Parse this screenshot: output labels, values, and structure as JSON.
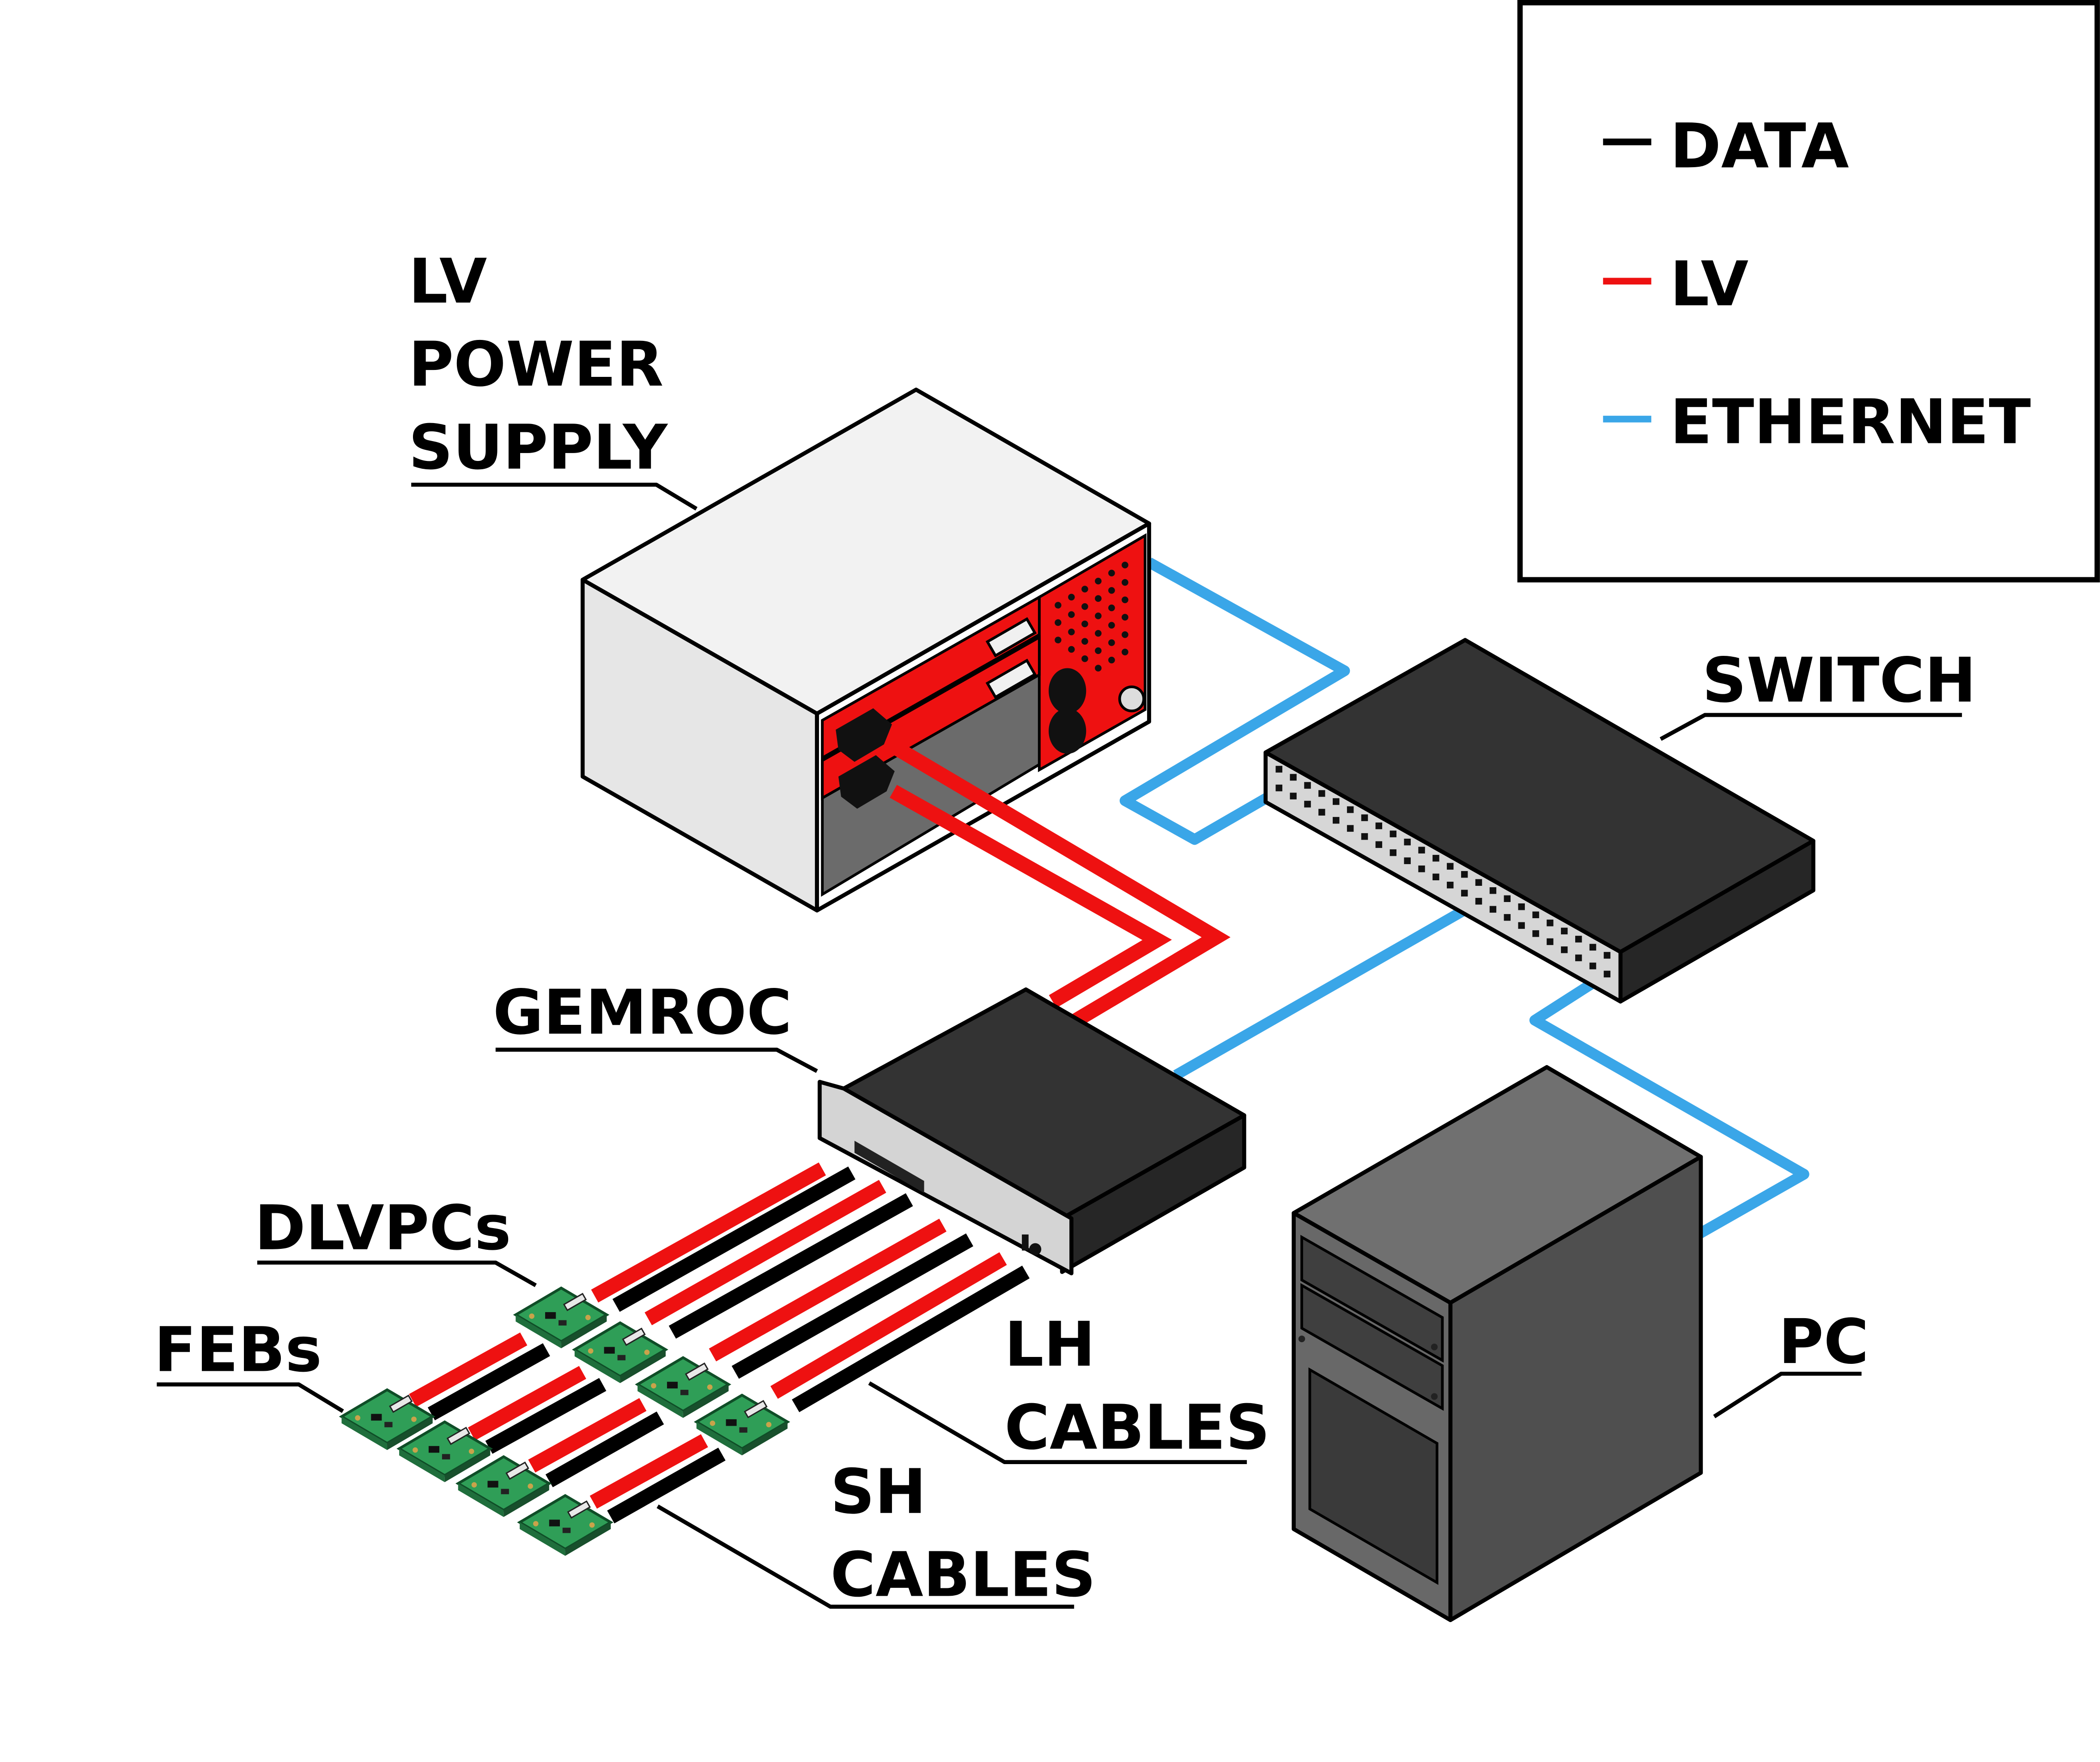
{
  "labels": {
    "lv_power_supply": [
      "LV",
      "POWER",
      "SUPPLY"
    ],
    "switch": "SWITCH",
    "gemroc": "GEMROC",
    "dlvpcs": "DLVPCs",
    "febs": "FEBs",
    "lh_cables": [
      "LH",
      "CABLES"
    ],
    "sh_cables": [
      "SH",
      "CABLES"
    ],
    "pc": "PC"
  },
  "legend": {
    "items": [
      {
        "label": "DATA",
        "color": "#000000"
      },
      {
        "label": "LV",
        "color": "#ee1111"
      },
      {
        "label": "ETHERNET",
        "color": "#3aa6e8"
      }
    ]
  },
  "colors": {
    "lv": "#ee1111",
    "data": "#000000",
    "ethernet": "#3aa6e8",
    "psu_face": "#ee1111",
    "board": "#2f9e57"
  }
}
